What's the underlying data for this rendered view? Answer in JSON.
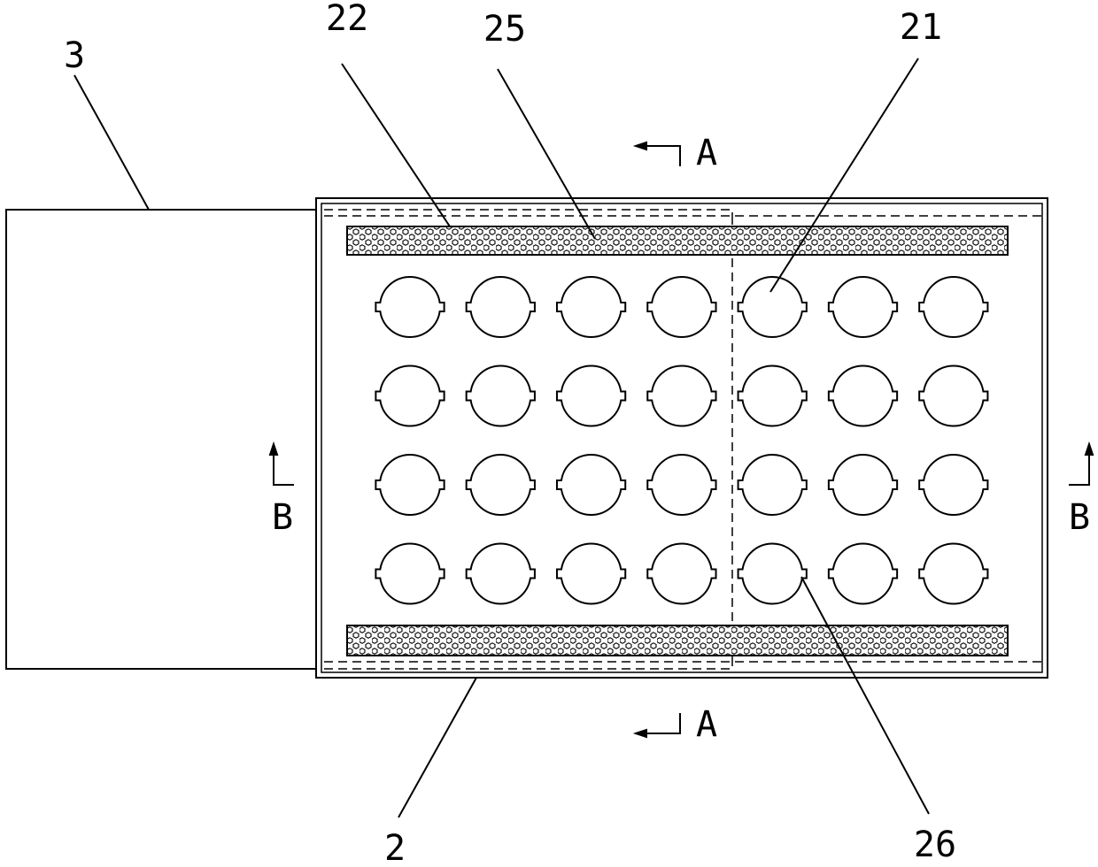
{
  "labels": {
    "part_3": "3",
    "part_22": "22",
    "part_25": "25",
    "part_21": "21",
    "part_2": "2",
    "part_26": "26",
    "section_a_top": "A",
    "section_a_bottom": "A",
    "section_b_left": "B",
    "section_b_right": "B"
  },
  "holes": {
    "rows": 4,
    "cols": 7
  },
  "colors": {
    "line": "#000000",
    "background": "#ffffff"
  }
}
